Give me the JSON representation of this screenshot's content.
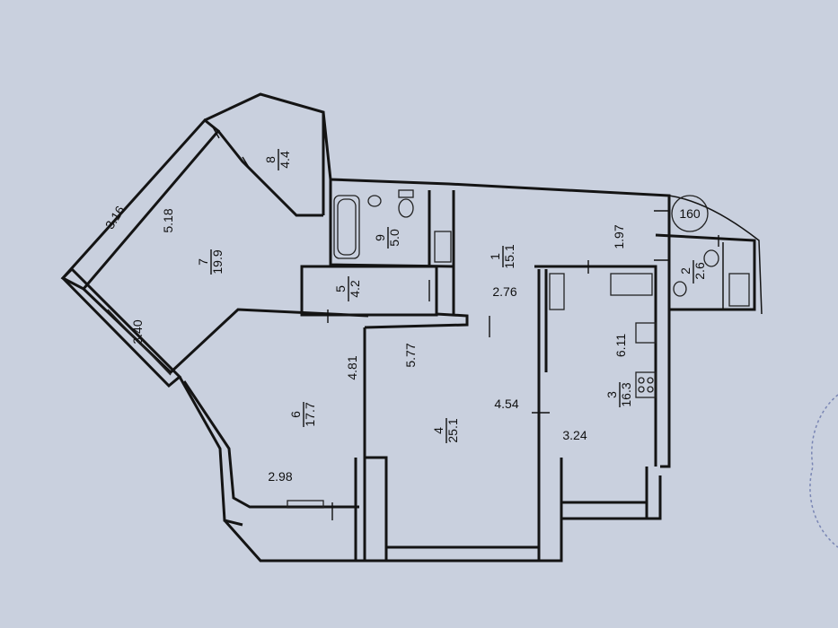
{
  "colors": {
    "paper": "#c9d0de",
    "ink": "#141414",
    "stamp": "#7a86b4"
  },
  "rooms": [
    {
      "id": "r1",
      "number": "1",
      "area": "15.1"
    },
    {
      "id": "r2",
      "number": "2",
      "area": "2.6"
    },
    {
      "id": "r3",
      "number": "3",
      "area": "16.3"
    },
    {
      "id": "r4",
      "number": "4",
      "area": "25.1"
    },
    {
      "id": "r5",
      "number": "5",
      "area": "4.2"
    },
    {
      "id": "r6",
      "number": "6",
      "area": "17.7"
    },
    {
      "id": "r7",
      "number": "7",
      "area": "19.9"
    },
    {
      "id": "r8",
      "number": "8",
      "area": "4.4"
    },
    {
      "id": "r9",
      "number": "9",
      "area": "5.0"
    }
  ],
  "dimensions": [
    {
      "id": "d_518",
      "value": "5.18"
    },
    {
      "id": "d_316",
      "value": "3.16"
    },
    {
      "id": "d_340",
      "value": "3.40"
    },
    {
      "id": "d_481",
      "value": "4.81"
    },
    {
      "id": "d_577",
      "value": "5.77"
    },
    {
      "id": "d_276",
      "value": "2.76"
    },
    {
      "id": "d_197",
      "value": "1.97"
    },
    {
      "id": "d_611",
      "value": "6.11"
    },
    {
      "id": "d_454",
      "value": "4.54"
    },
    {
      "id": "d_324",
      "value": "3.24"
    },
    {
      "id": "d_298",
      "value": "2.98"
    }
  ],
  "shaft_label": "160"
}
